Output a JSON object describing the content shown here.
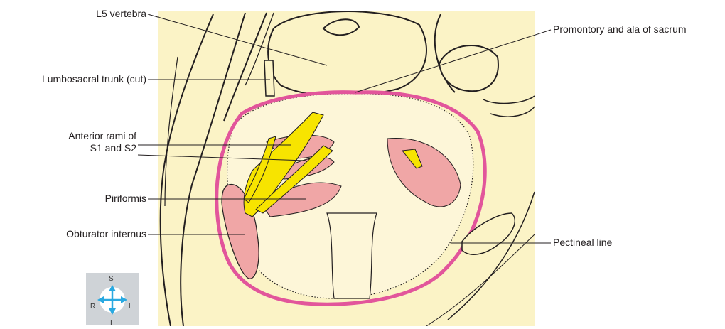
{
  "labels": {
    "l5_vertebra": "L5 vertebra",
    "lumbosacral_trunk": "Lumbosacral trunk (cut)",
    "anterior_rami_line1": "Anterior rami of",
    "anterior_rami_line2": "S1 and S2",
    "piriformis": "Piriformis",
    "obturator_internus": "Obturator internus",
    "promontory": "Promontory and ala of sacrum",
    "pectineal_line": "Pectineal line"
  },
  "orientation": {
    "superior": "S",
    "inferior": "I",
    "right": "R",
    "left": "L"
  },
  "colors": {
    "background": "#fbf3c6",
    "pelvic_brim": "#e2559b",
    "muscle": "#f0a6a6",
    "nerve": "#f7e400",
    "bone": "#fbf3c6",
    "orientation_arrow": "#29a9e1"
  }
}
